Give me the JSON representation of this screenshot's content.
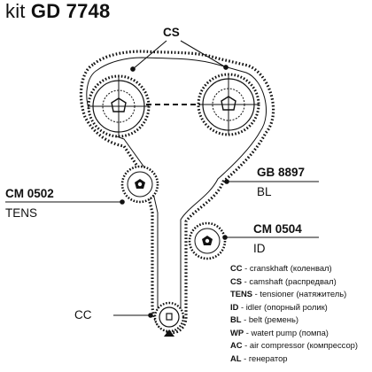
{
  "title": {
    "prefix": "kit",
    "code": "GD 7748"
  },
  "labels": {
    "cs_top": "CS",
    "cc": "CC"
  },
  "callouts": [
    {
      "id": "bl",
      "code": "GB 8897",
      "name": "BL"
    },
    {
      "id": "tens",
      "code": "CM 0502",
      "name": "TENS"
    },
    {
      "id": "id",
      "code": "CM 0504",
      "name": "ID"
    }
  ],
  "legend": [
    {
      "abbr": "CC",
      "desc": "cranskhaft (коленвал)"
    },
    {
      "abbr": "CS",
      "desc": "camshaft (распредвал)"
    },
    {
      "abbr": "TENS",
      "desc": "tensioner (натяжитель)"
    },
    {
      "abbr": "ID",
      "desc": "idler (опорный ролик)"
    },
    {
      "abbr": "BL",
      "desc": "belt (ремень)"
    },
    {
      "abbr": "WP",
      "desc": "watert pump (помпа)"
    },
    {
      "abbr": "AC",
      "desc": "air compressor (компрессор)"
    },
    {
      "abbr": "AL",
      "desc": "генератор"
    }
  ],
  "colors": {
    "ink": "#111111",
    "background": "#ffffff"
  }
}
